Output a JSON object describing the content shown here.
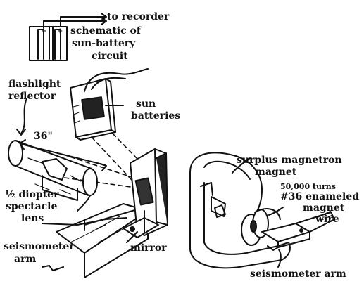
{
  "labels": {
    "to_recorder": "to recorder",
    "schematic_1": "schematic of",
    "schematic_2": "sun-battery",
    "schematic_3": "circuit",
    "flashlight_1": "flashlight",
    "flashlight_2": "reflector",
    "sun_1": "sun",
    "sun_2": "batteries",
    "distance": "36\"",
    "lens_1": "½ diopter",
    "lens_2": "spectacle",
    "lens_3": "lens",
    "seis_left_1": "seismometer",
    "seis_left_2": "arm",
    "mirror": "mirror",
    "magnet_1": "surplus magnetron",
    "magnet_2": "magnet",
    "turns": "50,000 turns",
    "wire_1": "#36 enameled",
    "wire_2": "magnet",
    "wire_3": "wire",
    "seis_right": "seismometer arm",
    "plus_1": "+",
    "plus_2": "+"
  }
}
